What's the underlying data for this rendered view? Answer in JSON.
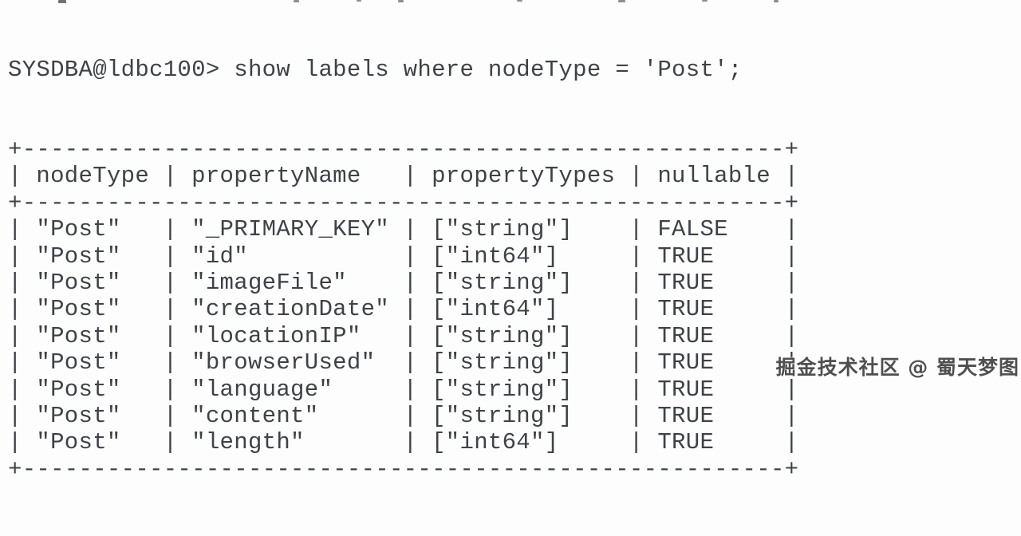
{
  "terminal": {
    "prompt": "SYSDBA@ldbc100>",
    "command": "show labels where nodeType = 'Post';",
    "result_table": {
      "columns": [
        "nodeType",
        "propertyName",
        "propertyTypes",
        "nullable"
      ],
      "rows": [
        {
          "nodeType": "\"Post\"",
          "propertyName": "\"_PRIMARY_KEY\"",
          "propertyTypes": "[\"string\"]",
          "nullable": "FALSE"
        },
        {
          "nodeType": "\"Post\"",
          "propertyName": "\"id\"",
          "propertyTypes": "[\"int64\"]",
          "nullable": "TRUE"
        },
        {
          "nodeType": "\"Post\"",
          "propertyName": "\"imageFile\"",
          "propertyTypes": "[\"string\"]",
          "nullable": "TRUE"
        },
        {
          "nodeType": "\"Post\"",
          "propertyName": "\"creationDate\"",
          "propertyTypes": "[\"int64\"]",
          "nullable": "TRUE"
        },
        {
          "nodeType": "\"Post\"",
          "propertyName": "\"locationIP\"",
          "propertyTypes": "[\"string\"]",
          "nullable": "TRUE"
        },
        {
          "nodeType": "\"Post\"",
          "propertyName": "\"browserUsed\"",
          "propertyTypes": "[\"string\"]",
          "nullable": "TRUE"
        },
        {
          "nodeType": "\"Post\"",
          "propertyName": "\"language\"",
          "propertyTypes": "[\"string\"]",
          "nullable": "TRUE"
        },
        {
          "nodeType": "\"Post\"",
          "propertyName": "\"content\"",
          "propertyTypes": "[\"string\"]",
          "nullable": "TRUE"
        },
        {
          "nodeType": "\"Post\"",
          "propertyName": "\"length\"",
          "propertyTypes": "[\"int64\"]",
          "nullable": "TRUE"
        }
      ]
    }
  },
  "watermark": {
    "text": "掘金技术社区 @ 蜀天梦图"
  },
  "colors": {
    "background": "#fdfdfd",
    "text": "#3e4248",
    "watermark": "#4f4f4f"
  }
}
